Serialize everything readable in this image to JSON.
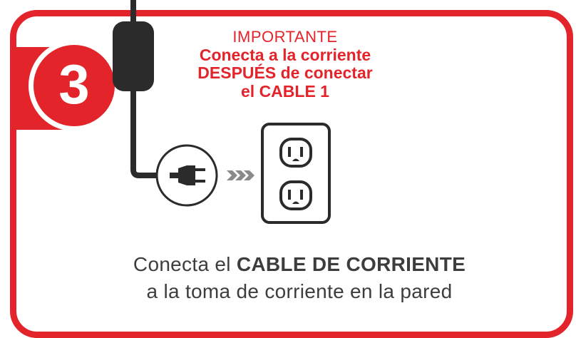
{
  "step": {
    "number": "3"
  },
  "notice": {
    "label": "IMPORTANTE",
    "line1": "Conecta a la corriente",
    "line2": "DESPUÉS de conectar",
    "line3": "el CABLE 1"
  },
  "caption": {
    "prefix": "Conecta el ",
    "bold": "CABLE DE CORRIENTE",
    "line2": "a la toma de corriente en la pared"
  },
  "colors": {
    "accent": "#e3242b",
    "ink": "#3d3d3d",
    "dark": "#2b2b2b"
  },
  "icons": [
    "power-adapter-icon",
    "power-plug-icon",
    "arrows-right-icon",
    "wall-outlet-icon"
  ]
}
